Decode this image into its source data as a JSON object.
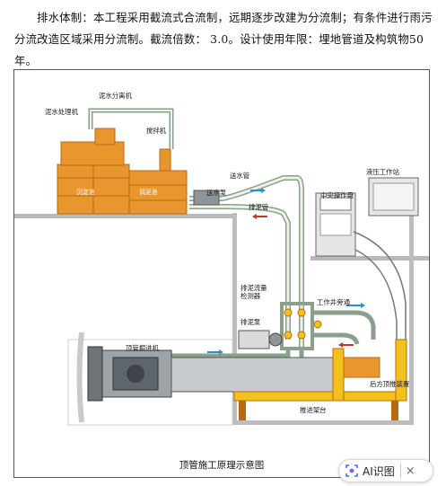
{
  "paragraph": "排水体制：本工程采用截流式合流制，远期逐步改建为分流制；有条件进行雨污分流改造区域采用分流制。截流倍数： 3.0。设计使用年限：埋地管道及构筑物50年。",
  "figure": {
    "caption": "顶管施工原理示意图",
    "labels": {
      "mud_separator": "泥水分离机",
      "mud_treatment": "泥水处理机",
      "mixer": "搅拌机",
      "settling_tank": "沉淀池",
      "mud_tank": "调泥池",
      "water_supply_pipe": "送水管",
      "water_pump": "送水泵",
      "mud_discharge_pipe": "排泥管",
      "hydraulic_station": "液压工作站",
      "control_panel": "中央操作盘",
      "flow_meter_line1": "排泥流量",
      "flow_meter_line2": "检测器",
      "shaft_bypass": "工作井旁通",
      "mud_pump": "排泥泵",
      "tbm": "顶管掘进机",
      "jack": "后方顶推装置",
      "jacking_frame": "推进架台"
    }
  },
  "ai_button": {
    "label": "AI识图",
    "close": "×"
  },
  "colors": {
    "orange": "#E9962E",
    "orange_dark": "#B86A12",
    "yellow": "#F2C21B",
    "pipe_outer": "#8AA08C",
    "pipe_inner": "#EEF2E8",
    "ground": "#B9B9B9",
    "machine_gray": "#8E9498",
    "arrow_blue": "#2A8FD0",
    "arrow_red": "#C0392B"
  }
}
